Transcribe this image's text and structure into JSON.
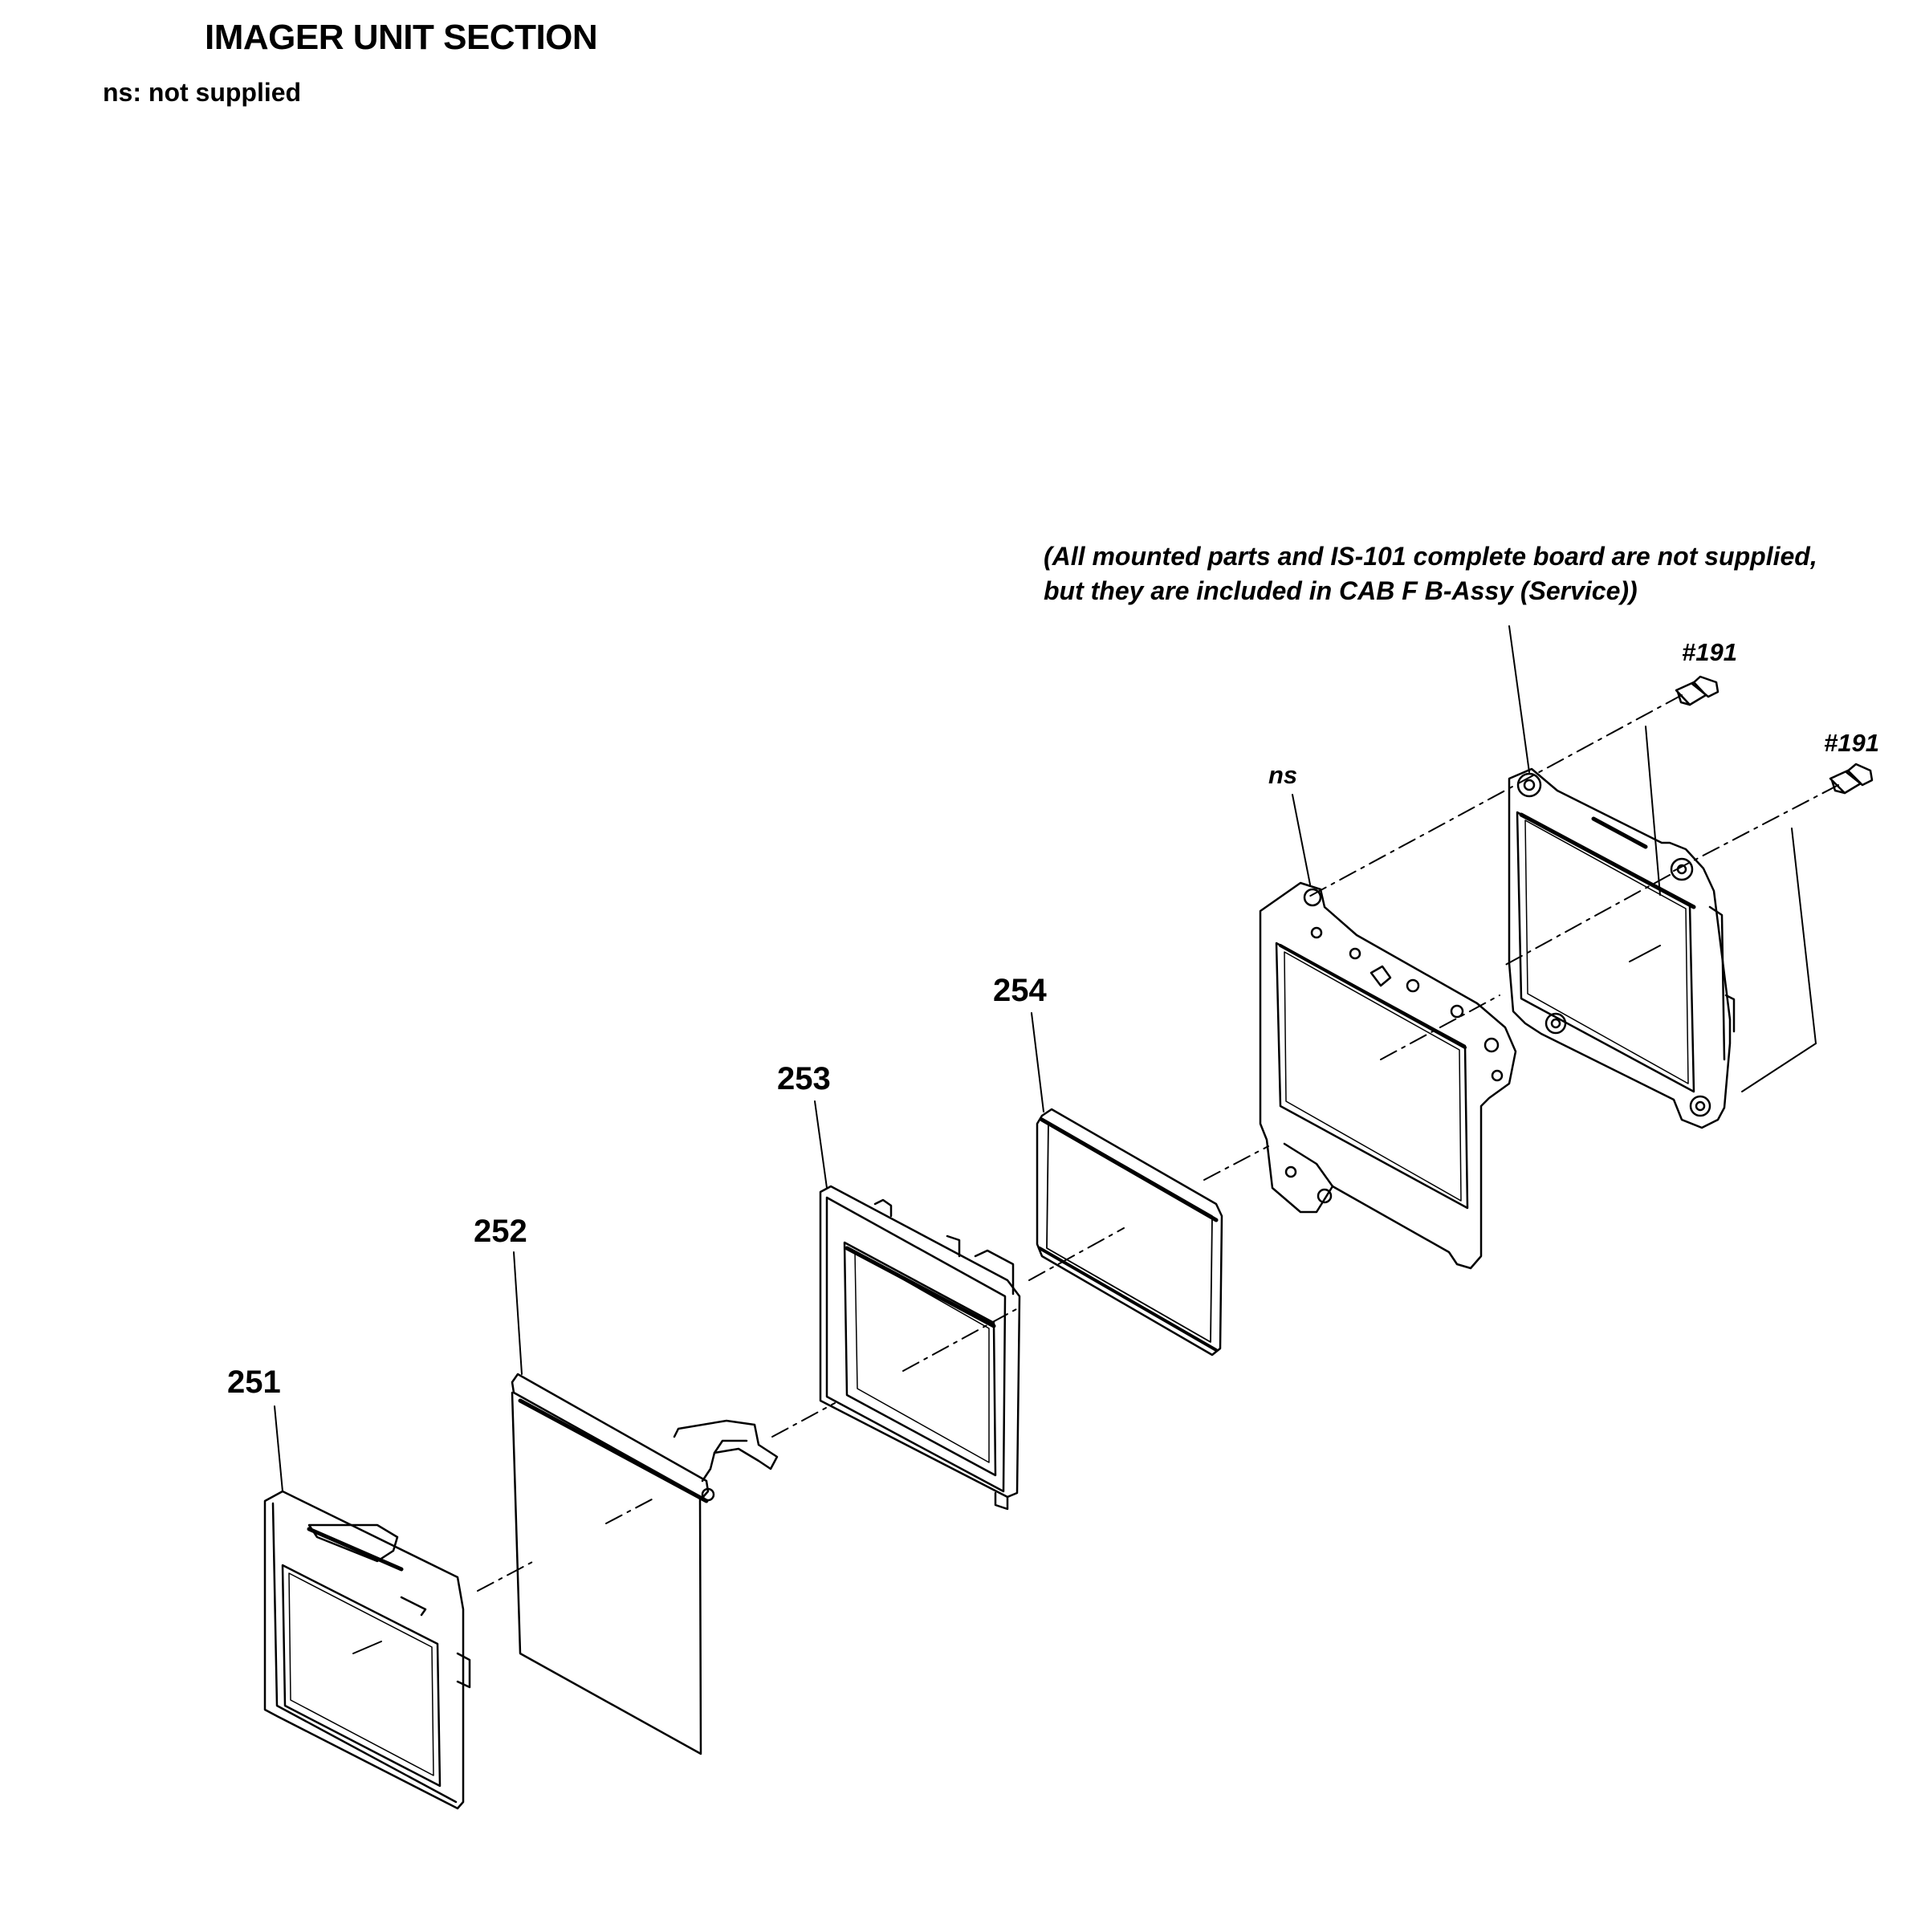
{
  "header": {
    "title": "IMAGER UNIT SECTION",
    "legend": "ns: not supplied"
  },
  "note": {
    "line1": "(All mounted parts and IS-101 complete board are not supplied,",
    "line2": "but they are included in CAB F B-Assy (Service))"
  },
  "callouts": {
    "part_251": "251",
    "part_252": "252",
    "part_253": "253",
    "part_254": "254",
    "ns_label": "ns",
    "screw_a": "#191",
    "screw_b": "#191"
  }
}
